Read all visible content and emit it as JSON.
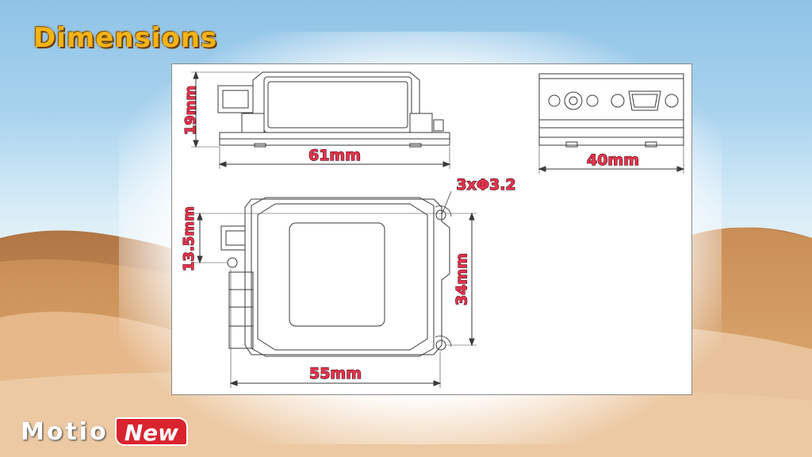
{
  "page": {
    "title": "Dimensions",
    "brand": {
      "main": "Motio",
      "accent": "New"
    },
    "colors": {
      "title": "#f4b318",
      "dimension_label": "#e8344e",
      "brand_accent": "#d9232e",
      "line": "#3a3a3a"
    }
  },
  "diagram": {
    "dimensions": {
      "height": "19mm",
      "length": "61mm",
      "width": "40mm",
      "holes": "3xΦ3.2",
      "hole_offset": "13.5mm",
      "depth": "34mm",
      "body_length": "55mm"
    }
  }
}
